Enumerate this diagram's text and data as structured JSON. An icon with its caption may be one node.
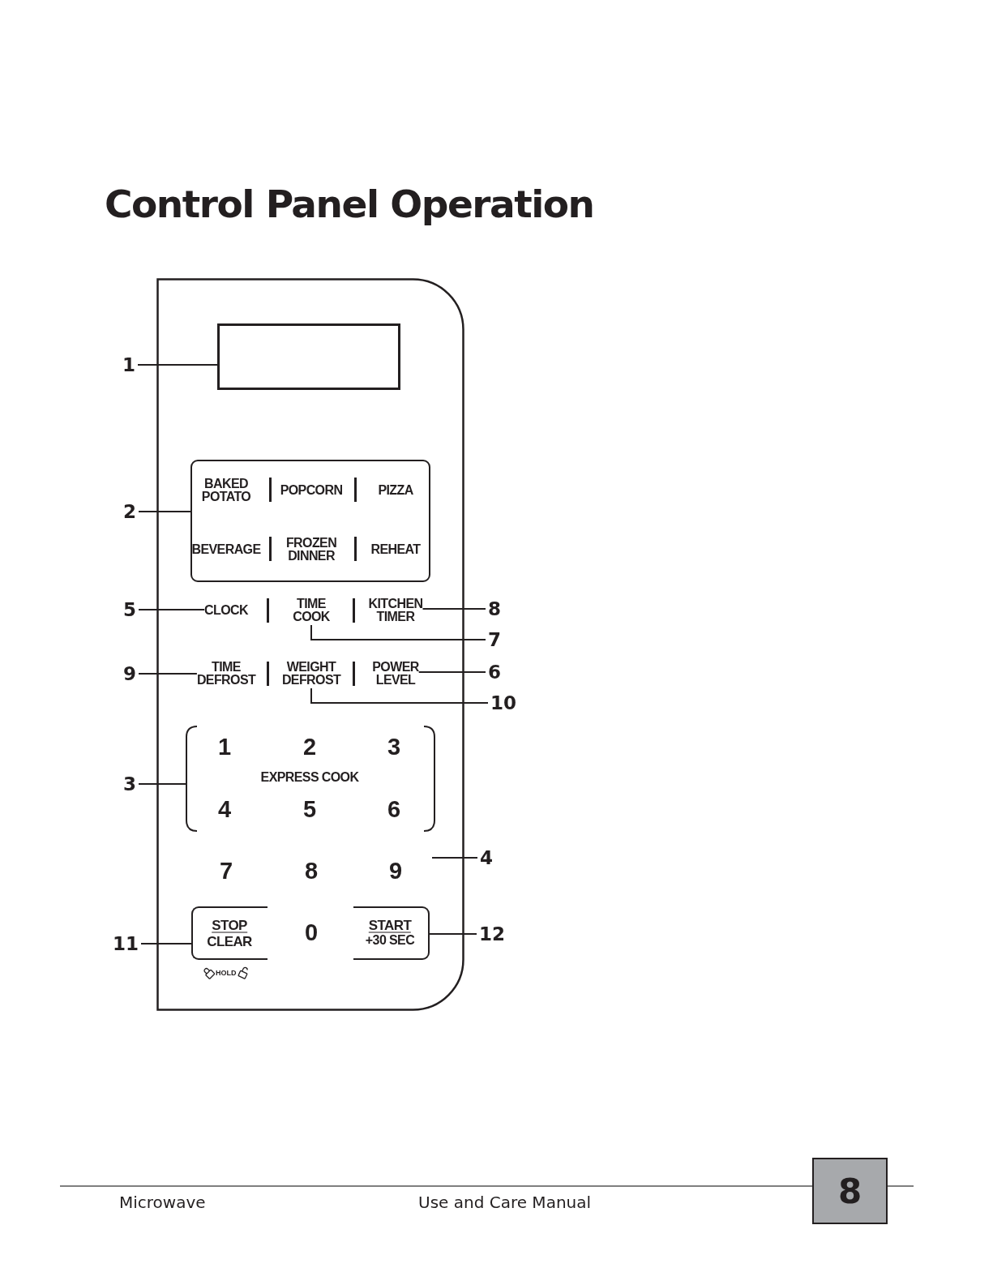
{
  "diagram": {
    "title": "Control Panel Operation",
    "nodes": [
      {
        "text": [],
        "shape": "box"
      },
      {
        "text": [],
        "shape": "box",
        "in": 0
      },
      {
        "text": [
          "BAKED POTATO",
          "POPCORN",
          "PIZZA",
          "BEVERAGE",
          "FROZEN DINNER",
          "REHEAT"
        ],
        "in": 0
      },
      {
        "text": [
          "CLOCK"
        ],
        "in": 0
      },
      {
        "text": [
          "TIME COOK"
        ],
        "in": 0
      },
      {
        "text": [
          "KITCHEN TIMER"
        ],
        "in": 0
      },
      {
        "text": [
          "TIME DEFROST"
        ],
        "in": 0
      },
      {
        "text": [
          "WEIGHT DEFROST"
        ],
        "in": 0
      },
      {
        "text": [
          "POWER LEVEL"
        ],
        "in": 0
      },
      {
        "text": [
          "1",
          "2",
          "3",
          "EXPRESS COOK",
          "4",
          "5",
          "6"
        ],
        "in": 0
      },
      {
        "text": [
          "STOP",
          "CLEAR"
        ],
        "beside": [
          "HOLD"
        ],
        "in": 0
      },
      {
        "text": [
          "START",
          "+30 SEC"
        ],
        "in": 0
      },
      {
        "text": [
          "1"
        ]
      },
      {
        "text": [
          "2"
        ]
      },
      {
        "text": [
          "5"
        ]
      },
      {
        "text": [
          "8"
        ]
      },
      {
        "text": [
          "7"
        ]
      },
      {
        "text": [
          "9"
        ]
      },
      {
        "text": [
          "6"
        ]
      },
      {
        "text": [
          "10"
        ]
      },
      {
        "text": [
          "3"
        ]
      },
      {
        "text": [
          "4"
        ]
      },
      {
        "text": [
          "11"
        ]
      },
      {
        "text": [
          "12"
        ]
      }
    ],
    "edges": [
      {
        "from": 12,
        "to": 1,
        "arrow": "none"
      },
      {
        "from": 13,
        "to": 2,
        "arrow": "none"
      },
      {
        "from": 14,
        "to": 3,
        "arrow": "none"
      },
      {
        "from": 15,
        "to": 5,
        "arrow": "none"
      },
      {
        "from": 16,
        "to": 4,
        "arrow": "none"
      },
      {
        "from": 17,
        "to": 6,
        "arrow": "none"
      },
      {
        "from": 18,
        "to": 8,
        "arrow": "none"
      },
      {
        "from": 19,
        "to": 7,
        "arrow": "none"
      },
      {
        "from": 20,
        "to": 9,
        "arrow": "none"
      },
      {
        "from": 21,
        "to": null,
        "arrow": "none"
      },
      {
        "from": 22,
        "to": 10,
        "arrow": "none"
      },
      {
        "from": 23,
        "to": 11,
        "arrow": "none"
      }
    ],
    "labels": [
      "7",
      "8",
      "9",
      "0",
      "Microwave",
      "Use and Care Manual",
      "8"
    ]
  }
}
